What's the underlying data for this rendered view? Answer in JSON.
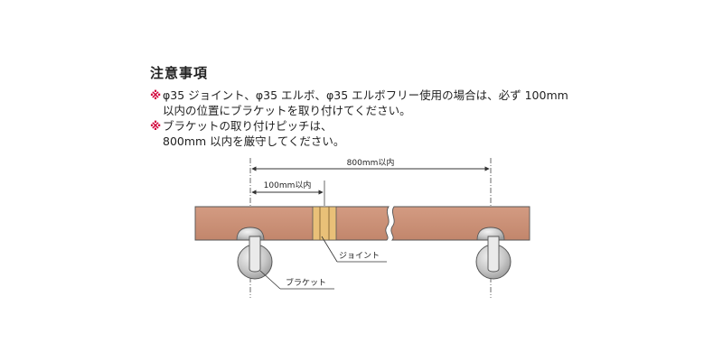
{
  "notes": {
    "title": "注意事項",
    "mark": "※",
    "items": [
      {
        "line1": "φ35 ジョイント、φ35 エルボ、φ35 エルボフリー使用の場合は、必ず 100mm",
        "line2": "以内の位置にブラケットを取り付けてください。"
      },
      {
        "line1": "ブラケットの取り付けピッチは、",
        "line2": "800mm 以内を厳守してください。"
      }
    ]
  },
  "diagram": {
    "dimension_800": "800mm以内",
    "dimension_100": "100mm以内",
    "label_joint": "ジョイント",
    "label_bracket": "ブラケット",
    "colors": {
      "rail_wood": "#c98d73",
      "joint": "#e9c078",
      "bracket_metal": "#c8c8c8",
      "note_mark": "#d2003a"
    }
  }
}
